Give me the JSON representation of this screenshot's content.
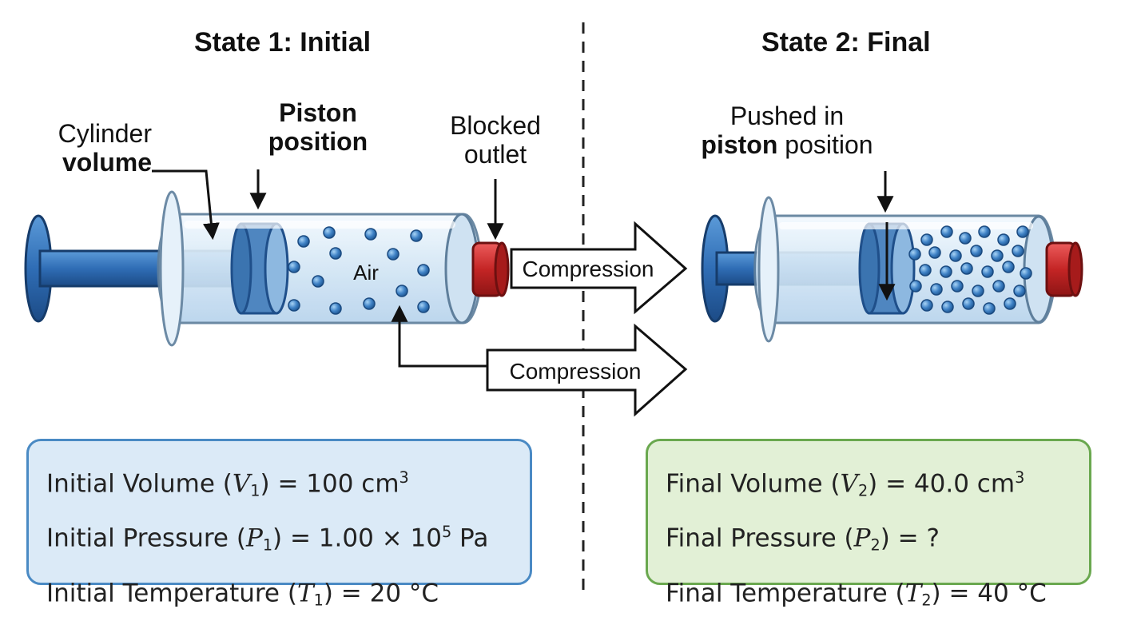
{
  "states": {
    "initial_title": "State 1: Initial",
    "final_title": "State 2: Final"
  },
  "labels": {
    "cylinder_line1": "Cylinder",
    "cylinder_line2": "volume",
    "piston_line1": "Piston",
    "piston_line2": "position",
    "blocked_line1": "Blocked",
    "blocked_line2": "outlet",
    "air": "Air",
    "pushed_line1": "Pushed in",
    "pushed_bold": "piston",
    "pushed_rest": " position"
  },
  "arrows": {
    "compression_top": "Compression",
    "compression_bottom": "Compression"
  },
  "initial_box": {
    "volume": {
      "name": "Initial Volume (",
      "var": "V",
      "sub": "1",
      "value": ") = 100 cm",
      "sup": "3",
      "tail": ""
    },
    "pressure": {
      "name": "Initial Pressure (",
      "var": "P",
      "sub": "1",
      "value": ") = 1.00 × 10",
      "sup": "5",
      "tail": " Pa"
    },
    "temperature": {
      "name": "Initial Temperature (",
      "var": "T",
      "sub": "1",
      "value": ") = 20 °C",
      "sup": "",
      "tail": ""
    }
  },
  "final_box": {
    "volume": {
      "name": "Final Volume (",
      "var": "V",
      "sub": "2",
      "value": ") = 40.0 cm",
      "sup": "3",
      "tail": ""
    },
    "pressure": {
      "name": "Final Pressure (",
      "var": "P",
      "sub": "2",
      "value": ") = ?",
      "sup": "",
      "tail": ""
    },
    "temperature": {
      "name": "Final Temperature (",
      "var": "T",
      "sub": "2",
      "value": ") = 40 °C",
      "sup": "",
      "tail": ""
    }
  },
  "colors": {
    "plunger_blue": "#2f6db5",
    "plunger_dark": "#1f4f8a",
    "cap_red": "#c42525",
    "barrel_glass": "#dcecf8",
    "particle": "#3f82c6",
    "initial_box_fill": "#dbeaf7",
    "initial_box_border": "#4a8ac4",
    "final_box_fill": "#e2f0d6",
    "final_box_border": "#6aa84f"
  }
}
